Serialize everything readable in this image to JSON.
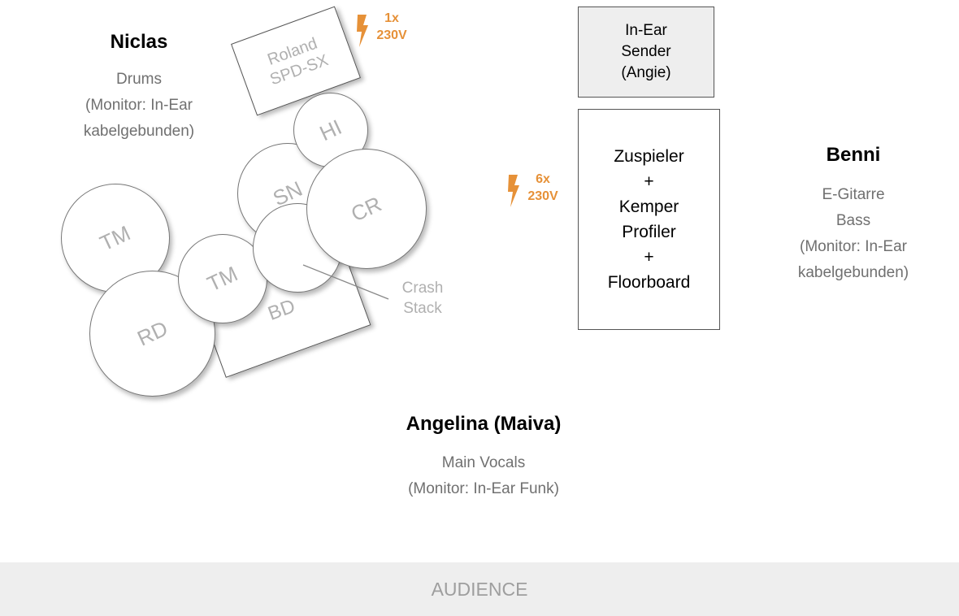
{
  "niclas": {
    "name": "Niclas",
    "role": [
      "Drums",
      "(Monitor: In-Ear",
      "kabelgebunden)"
    ]
  },
  "benni": {
    "name": "Benni",
    "role": [
      "E-Gitarre",
      "Bass",
      "(Monitor: In-Ear",
      "kabelgebunden)"
    ]
  },
  "angelina": {
    "name": "Angelina (Maiva)",
    "role": [
      "Main Vocals",
      "(Monitor: In-Ear Funk)"
    ]
  },
  "drums": {
    "spd": [
      "Roland",
      "SPD-SX"
    ],
    "hi": "HI",
    "sn": "SN",
    "cr": "CR",
    "tm1": "TM",
    "tm2": "TM",
    "rd": "RD",
    "bd": "BD",
    "crash_stack": [
      "Crash",
      "Stack"
    ]
  },
  "power": {
    "drums": [
      "1x",
      "230V"
    ],
    "rack": [
      "6x",
      "230V"
    ]
  },
  "inear_sender": [
    "In-Ear",
    "Sender",
    "(Angie)"
  ],
  "rack": [
    "Zuspieler",
    "+",
    "Kemper",
    "Profiler",
    "+",
    "Floorboard"
  ],
  "audience": "AUDIENCE",
  "colors": {
    "power": "#e69138",
    "sender_bg": "#eeeeee",
    "audience_bg": "#eeeeee"
  }
}
